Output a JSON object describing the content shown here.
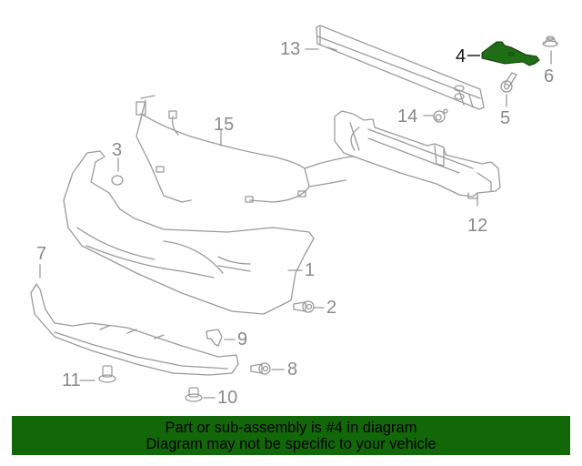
{
  "diagram": {
    "highlighted_part": "4",
    "highlight_color": "#1f6e16",
    "line_color": "#9a9a9a",
    "callouts": [
      {
        "id": "1",
        "label": "1"
      },
      {
        "id": "2",
        "label": "2"
      },
      {
        "id": "3",
        "label": "3"
      },
      {
        "id": "4",
        "label": "4"
      },
      {
        "id": "5",
        "label": "5"
      },
      {
        "id": "6",
        "label": "6"
      },
      {
        "id": "7",
        "label": "7"
      },
      {
        "id": "8",
        "label": "8"
      },
      {
        "id": "9",
        "label": "9"
      },
      {
        "id": "10",
        "label": "10"
      },
      {
        "id": "11",
        "label": "11"
      },
      {
        "id": "12",
        "label": "12"
      },
      {
        "id": "13",
        "label": "13"
      },
      {
        "id": "14",
        "label": "14"
      },
      {
        "id": "15",
        "label": "15"
      }
    ]
  },
  "banner": {
    "line1": "Part or sub-assembly is #4 in diagram",
    "line2": "Diagram may not be specific to your vehicle",
    "background": "#126809"
  }
}
